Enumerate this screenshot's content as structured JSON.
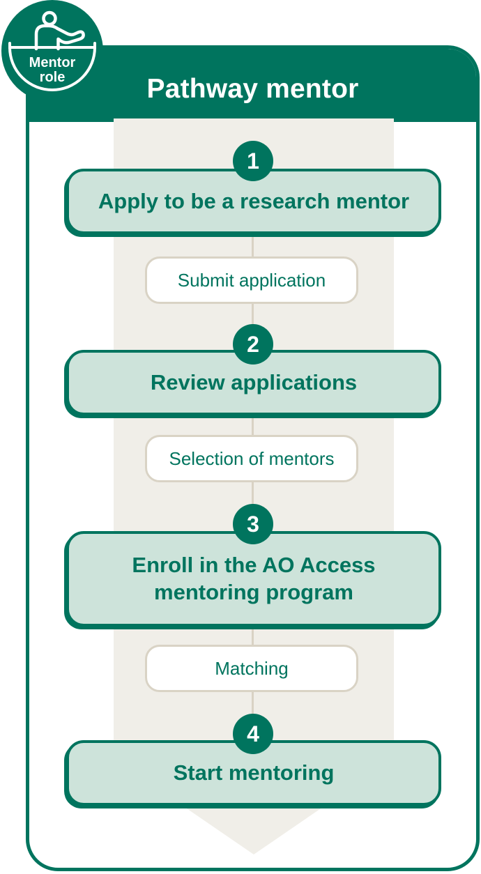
{
  "badge": {
    "icon": "mentor-person-icon",
    "line1": "Mentor",
    "line2": "role"
  },
  "header": {
    "title": "Pathway mentor"
  },
  "steps": [
    {
      "number": "1",
      "title": "Apply to be a research mentor",
      "sublabel": "Submit application"
    },
    {
      "number": "2",
      "title": "Review applications",
      "sublabel": "Selection of mentors"
    },
    {
      "number": "3",
      "title": "Enroll in the AO Access\nmentoring program",
      "sublabel": "Matching"
    },
    {
      "number": "4",
      "title": "Start mentoring",
      "sublabel": ""
    }
  ],
  "colors": {
    "brand_green": "#00745e",
    "light_green_fill": "#cde3da",
    "arrow_beige": "#f0eee8",
    "tan_border": "#d9d3c5",
    "white": "#ffffff"
  }
}
